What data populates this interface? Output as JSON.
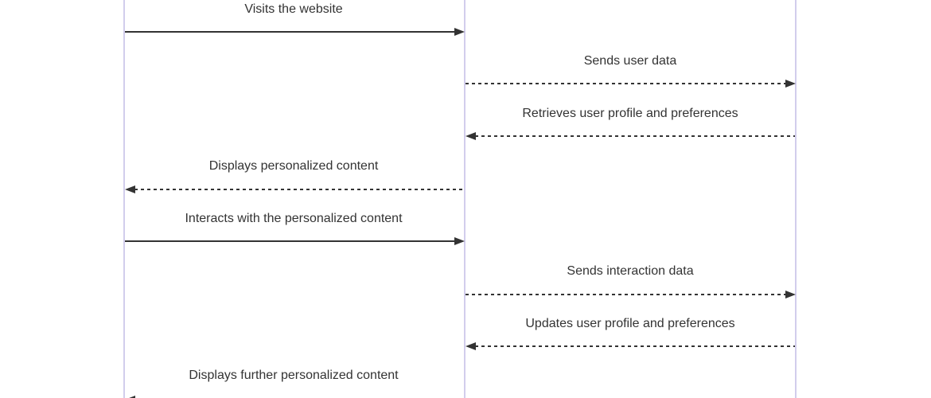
{
  "diagram": {
    "type": "sequence-diagram",
    "colors": {
      "message_line": "#333333",
      "message_text": "#333333",
      "lifeline": "#d2cdec",
      "background": "#ffffff"
    },
    "lifelines": [
      {
        "id": "left"
      },
      {
        "id": "middle"
      },
      {
        "id": "right"
      }
    ],
    "messages": [
      {
        "label": "Visits the website",
        "from": "left",
        "to": "middle",
        "line": "solid"
      },
      {
        "label": "Sends user data",
        "from": "middle",
        "to": "right",
        "line": "dashed"
      },
      {
        "label": "Retrieves user profile and preferences",
        "from": "right",
        "to": "middle",
        "line": "dashed"
      },
      {
        "label": "Displays personalized content",
        "from": "middle",
        "to": "left",
        "line": "dashed"
      },
      {
        "label": "Interacts with the personalized content",
        "from": "left",
        "to": "middle",
        "line": "solid"
      },
      {
        "label": "Sends interaction data",
        "from": "middle",
        "to": "right",
        "line": "dashed"
      },
      {
        "label": "Updates user profile and preferences",
        "from": "right",
        "to": "middle",
        "line": "dashed"
      },
      {
        "label": "Displays further personalized content",
        "from": "middle",
        "to": "left",
        "line": "dashed"
      }
    ]
  }
}
